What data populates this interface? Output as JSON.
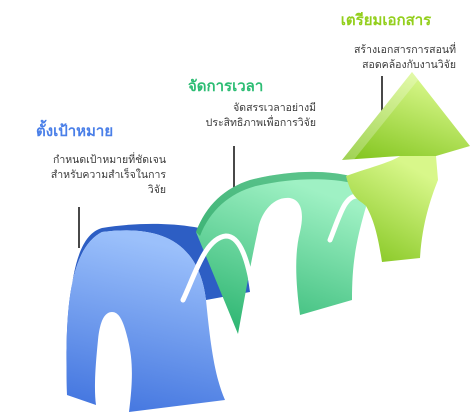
{
  "colors": {
    "step1": "#4a7fe8",
    "step2": "#2dbd74",
    "step3": "#93cf1c"
  },
  "steps": [
    {
      "title": "ตั้งเป้าหมาย",
      "description": "กำหนดเป้าหมายที่ชัดเจนสำหรับความสำเร็จในการวิจัย",
      "description_lines": [
        "กำหนดเป้าหมายที่ชัดเจน",
        "สำหรับความสำเร็จในการ",
        "วิจัย"
      ]
    },
    {
      "title": "จัดการเวลา",
      "description": "จัดสรรเวลาอย่างมีประสิทธิภาพเพื่อการวิจัย",
      "description_lines": [
        "จัดสรรเวลาอย่างมี",
        "ประสิทธิภาพเพื่อการวิจัย"
      ]
    },
    {
      "title": "เตรียมเอกสาร",
      "description": "สร้างเอกสารการสอนที่สอดคล้องกับงานวิจัย",
      "description_lines": [
        "สร้างเอกสารการสอนที่",
        "สอดคล้องกับงานวิจัย"
      ]
    }
  ]
}
